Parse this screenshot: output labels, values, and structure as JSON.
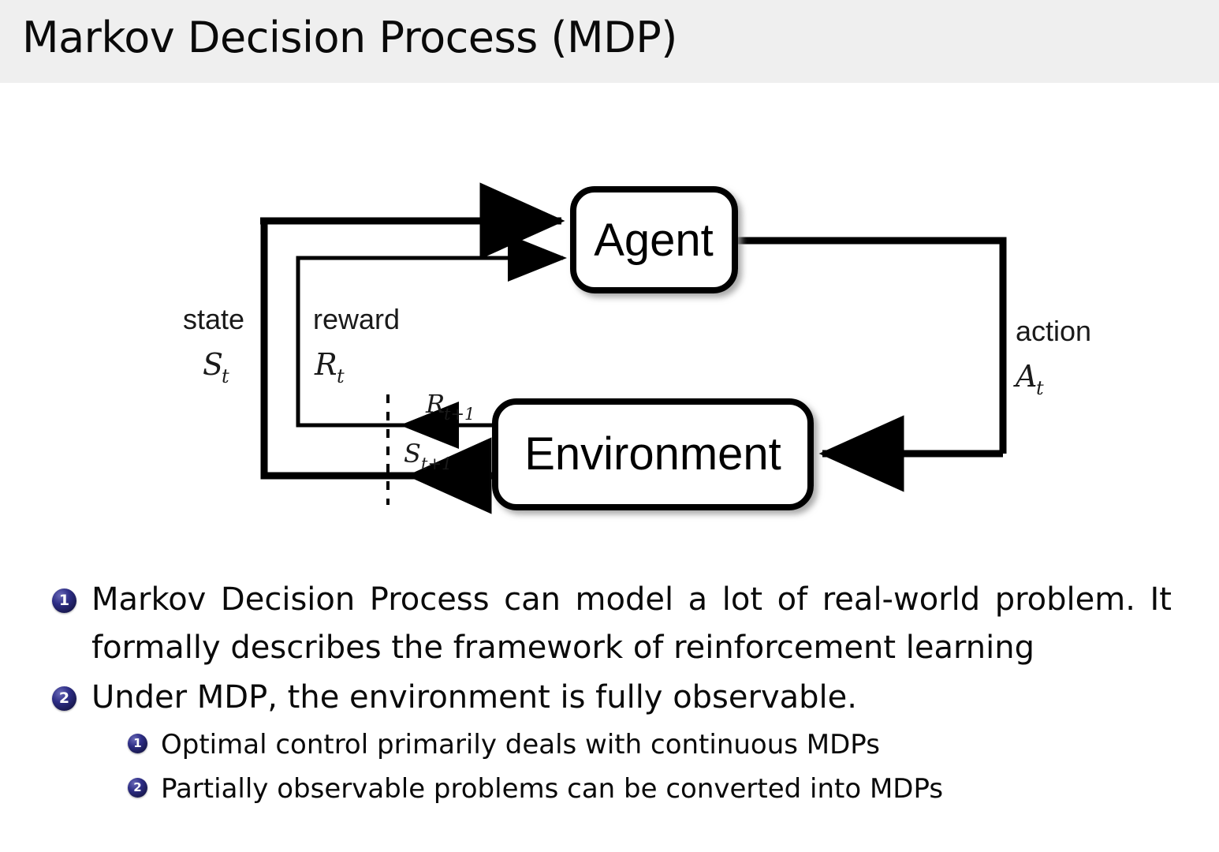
{
  "header": {
    "title": "Markov Decision Process (MDP)",
    "background_color": "#efefef",
    "title_color": "#0a0a0a"
  },
  "diagram": {
    "name": "agent-environment-interaction-loop",
    "boxes": [
      {
        "id": "agent",
        "label": "Agent"
      },
      {
        "id": "environment",
        "label": "Environment"
      }
    ],
    "edge_labels": {
      "state_word": "state",
      "state_symbol": "S",
      "state_symbol_sub": "t",
      "reward_word": "reward",
      "reward_symbol": "R",
      "reward_symbol_sub": "t",
      "action_word": "action",
      "action_symbol": "A",
      "action_symbol_sub": "t",
      "next_reward_symbol": "R",
      "next_reward_sub": "t+1",
      "next_state_symbol": "S",
      "next_state_sub": "t+1"
    },
    "line_color": "#000000",
    "box_fill": "#ffffff"
  },
  "bullets": {
    "marker_color": "#22226e",
    "items": [
      {
        "number": "1",
        "level": 1,
        "text": "Markov Decision Process can model a lot of real-world problem. It formally describes the framework of reinforcement learning"
      },
      {
        "number": "2",
        "level": 1,
        "text": "Under MDP, the environment is fully observable."
      },
      {
        "number": "1",
        "level": 2,
        "text": "Optimal control primarily deals with continuous MDPs"
      },
      {
        "number": "2",
        "level": 2,
        "text": "Partially observable problems can be converted into MDPs"
      }
    ]
  }
}
